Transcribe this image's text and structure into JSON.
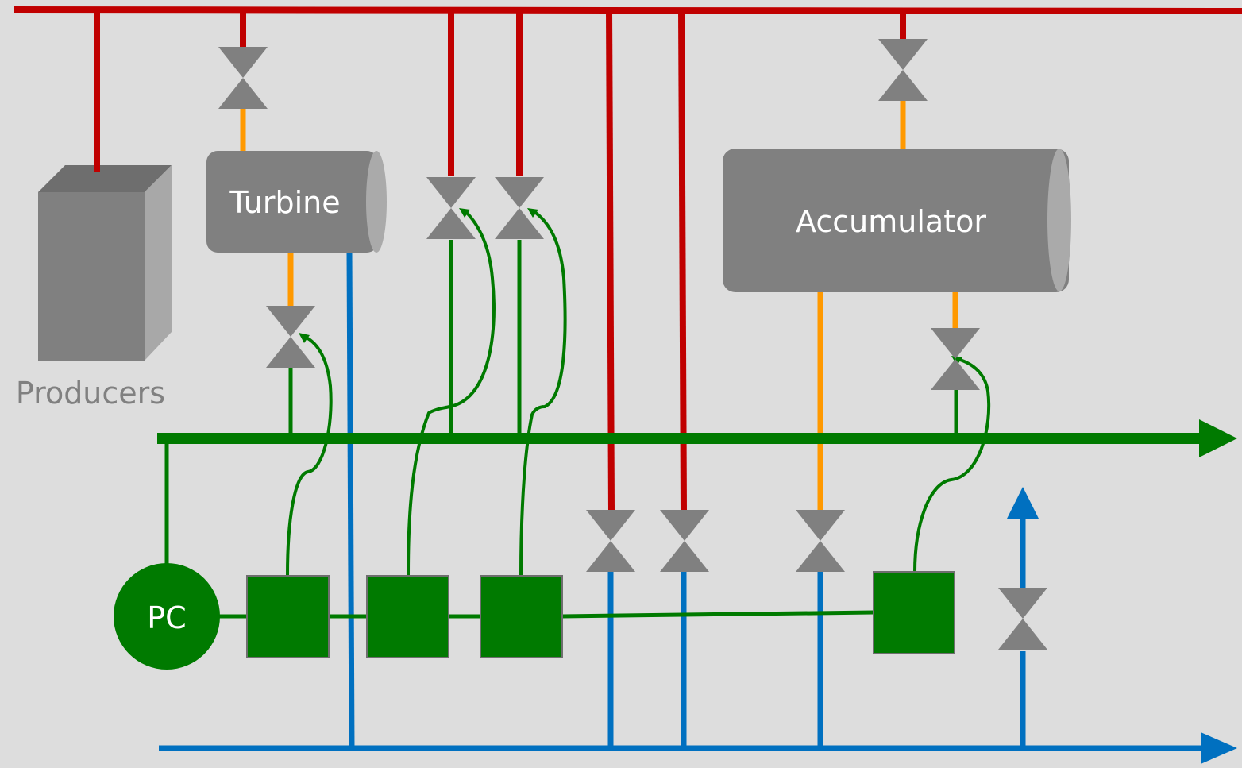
{
  "labels": {
    "turbine": "Turbine",
    "accumulator": "Accumulator",
    "producers": "Producers",
    "controller": "PC"
  },
  "colors": {
    "background": "#dddddd",
    "steam_header": "#c00000",
    "low_pressure": "#ff9900",
    "signal": "#007a00",
    "condensate": "#0070c0",
    "equipment": "#808080",
    "equipment_light": "#aaaaaa",
    "label_on_equipment": "#ffffff",
    "label_on_background": "#808080"
  },
  "icons": {
    "valve": "bowtie-valve-icon",
    "arrow": "arrowhead-icon",
    "controller": "circle-controller-icon",
    "block": "square-control-block-icon"
  }
}
